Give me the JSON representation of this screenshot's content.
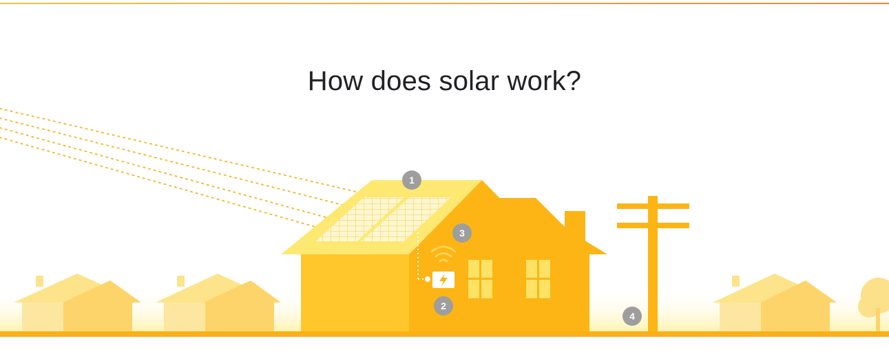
{
  "header": {
    "title": "How does solar work?"
  },
  "steps": [
    {
      "number": "1",
      "label": "solar-panels"
    },
    {
      "number": "2",
      "label": "inverter"
    },
    {
      "number": "3",
      "label": "monitoring"
    },
    {
      "number": "4",
      "label": "grid"
    }
  ],
  "icons": [
    "sun-rays-icon",
    "solar-panel-icon",
    "wifi-icon",
    "lightning-bolt-icon",
    "utility-pole-icon",
    "house-icon",
    "tree-icon"
  ],
  "colors": {
    "house_main": "#fcb514",
    "house_light": "#ffc72c",
    "roof_light": "#fde872",
    "ground": "#fbb015",
    "neighbor_houses": "#fde08a",
    "badge": "#9e9e9e",
    "title_text": "#202124"
  }
}
